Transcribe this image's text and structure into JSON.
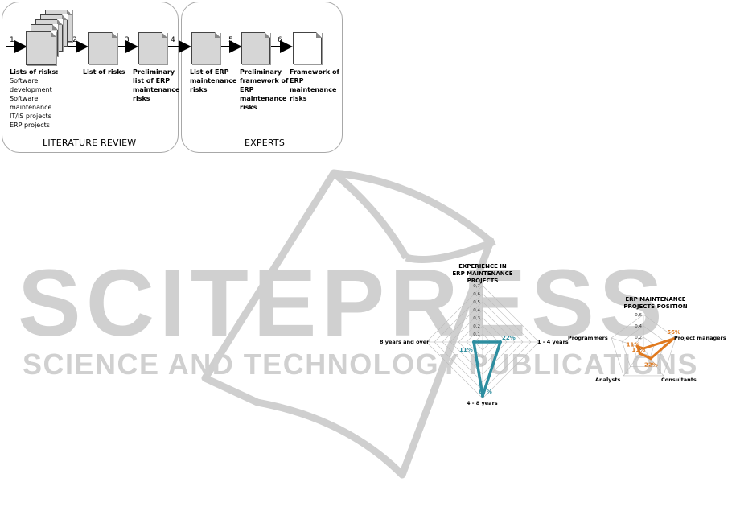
{
  "flow": {
    "panel_left_title": "LITERATURE REVIEW",
    "panel_right_title": "EXPERTS",
    "steps": [
      "1",
      "2",
      "3",
      "4",
      "5",
      "6"
    ],
    "labels": {
      "s1_head": "Lists of risks:",
      "s1_items": [
        "Software",
        "development",
        "Software",
        "maintenance",
        "IT/IS projects",
        "ERP projects"
      ],
      "s2": "List of risks",
      "s3": [
        "Preliminary",
        "list of ERP",
        "maintenance",
        "risks"
      ],
      "s4": [
        "List of ERP",
        "maintenance",
        "risks"
      ],
      "s5": [
        "Preliminary",
        "framework of",
        "ERP",
        "maintenance",
        "risks"
      ],
      "s6": [
        "Framework of",
        "ERP",
        "maintenance",
        "risks"
      ]
    }
  },
  "watermark": {
    "text_main": "SCITEPRESS",
    "text_sub": "SCIENCE AND TECHNOLOGY PUBLICATIONS",
    "color": "#c8c8c8"
  },
  "chart_data": [
    {
      "type": "radar",
      "title": "EXPERIENCE IN ERP MAINTENANCE PROJECTS",
      "title_lines": [
        "EXPERIENCE IN",
        "ERP MAINTENANCE",
        "PROJECTS"
      ],
      "categories": [
        "1 - 4 years",
        "4 - 8 years",
        "8 years and over"
      ],
      "values": [
        0.22,
        0.67,
        0.11
      ],
      "value_labels": [
        "22%",
        "67%",
        "11%"
      ],
      "rlim": [
        0,
        0.7
      ],
      "ticks": [
        "0",
        "0,1",
        "0,2",
        "0,3",
        "0,4",
        "0,5",
        "0,6",
        "0,7"
      ],
      "color": "#2e8ea0"
    },
    {
      "type": "radar",
      "title": "ERP MAINTENANCE PROJECTS POSITION",
      "title_lines": [
        "ERP MAINTENANCE",
        "PROJECTS POSITION"
      ],
      "categories": [
        "Project managers",
        "Consultants",
        "Analysts",
        "Programmers"
      ],
      "values": [
        0.56,
        0.22,
        0.11,
        0.11
      ],
      "value_labels": [
        "56%",
        "22%",
        "11%",
        "11%"
      ],
      "rlim": [
        0,
        0.6
      ],
      "ticks": [
        "0",
        "0,2",
        "0,4",
        "0,6"
      ],
      "color": "#e07a1f"
    }
  ]
}
